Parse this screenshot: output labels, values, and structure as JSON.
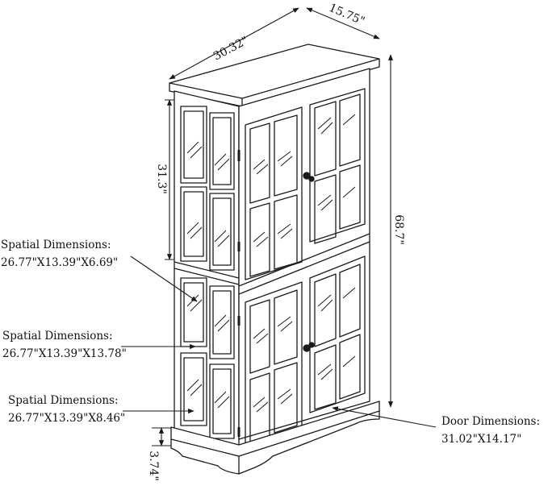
{
  "dimensions": {
    "width": "30.32\"",
    "depth": "15.75\"",
    "height": "68.7\"",
    "upper_height": "31.3\"",
    "base_height": "3.74\""
  },
  "callouts": {
    "upper": {
      "title": "Spatial Dimensions:",
      "value": "26.77\"X13.39\"X6.69\""
    },
    "middle": {
      "title": "Spatial Dimensions:",
      "value": "26.77\"X13.39\"X13.78\""
    },
    "lower": {
      "title": "Spatial Dimensions:",
      "value": "26.77\"X13.39\"X8.46\""
    },
    "door": {
      "title": "Door Dimensions:",
      "value": "31.02\"X14.17\""
    }
  },
  "colors": {
    "line": "#1a1a1a",
    "background": "#ffffff"
  }
}
